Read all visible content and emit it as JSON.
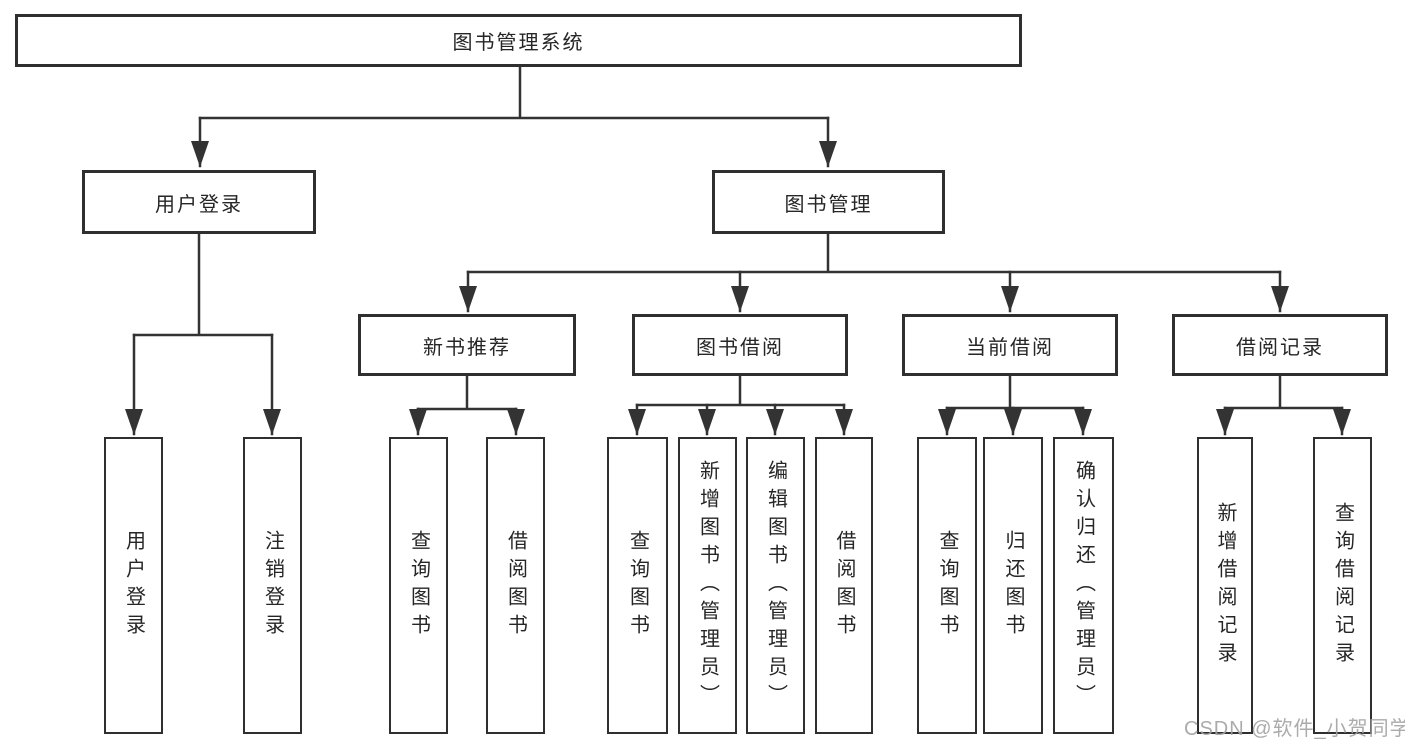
{
  "tree": {
    "root": {
      "label": "图书管理系统"
    },
    "branches": [
      {
        "label": "用户登录",
        "children": [
          {
            "label": "用户登录"
          },
          {
            "label": "注销登录"
          }
        ]
      },
      {
        "label": "图书管理",
        "children": [
          {
            "label": "新书推荐",
            "children": [
              {
                "label": "查询图书"
              },
              {
                "label": "借阅图书"
              }
            ]
          },
          {
            "label": "图书借阅",
            "children": [
              {
                "label": "查询图书"
              },
              {
                "label": "新增图书（管理员）"
              },
              {
                "label": "编辑图书（管理员）"
              },
              {
                "label": "借阅图书"
              }
            ]
          },
          {
            "label": "当前借阅",
            "children": [
              {
                "label": "查询图书"
              },
              {
                "label": "归还图书"
              },
              {
                "label": "确认归还（管理员）"
              }
            ]
          },
          {
            "label": "借阅记录",
            "children": [
              {
                "label": "新增借阅记录"
              },
              {
                "label": "查询借阅记录"
              }
            ]
          }
        ]
      }
    ]
  },
  "watermark": {
    "text": "CSDN @软件_小贺同学"
  },
  "colors": {
    "line": "#333333",
    "box_border": "#2f2f2f",
    "text": "#262626",
    "background": "#ffffff",
    "watermark": "#a3a3a3"
  }
}
